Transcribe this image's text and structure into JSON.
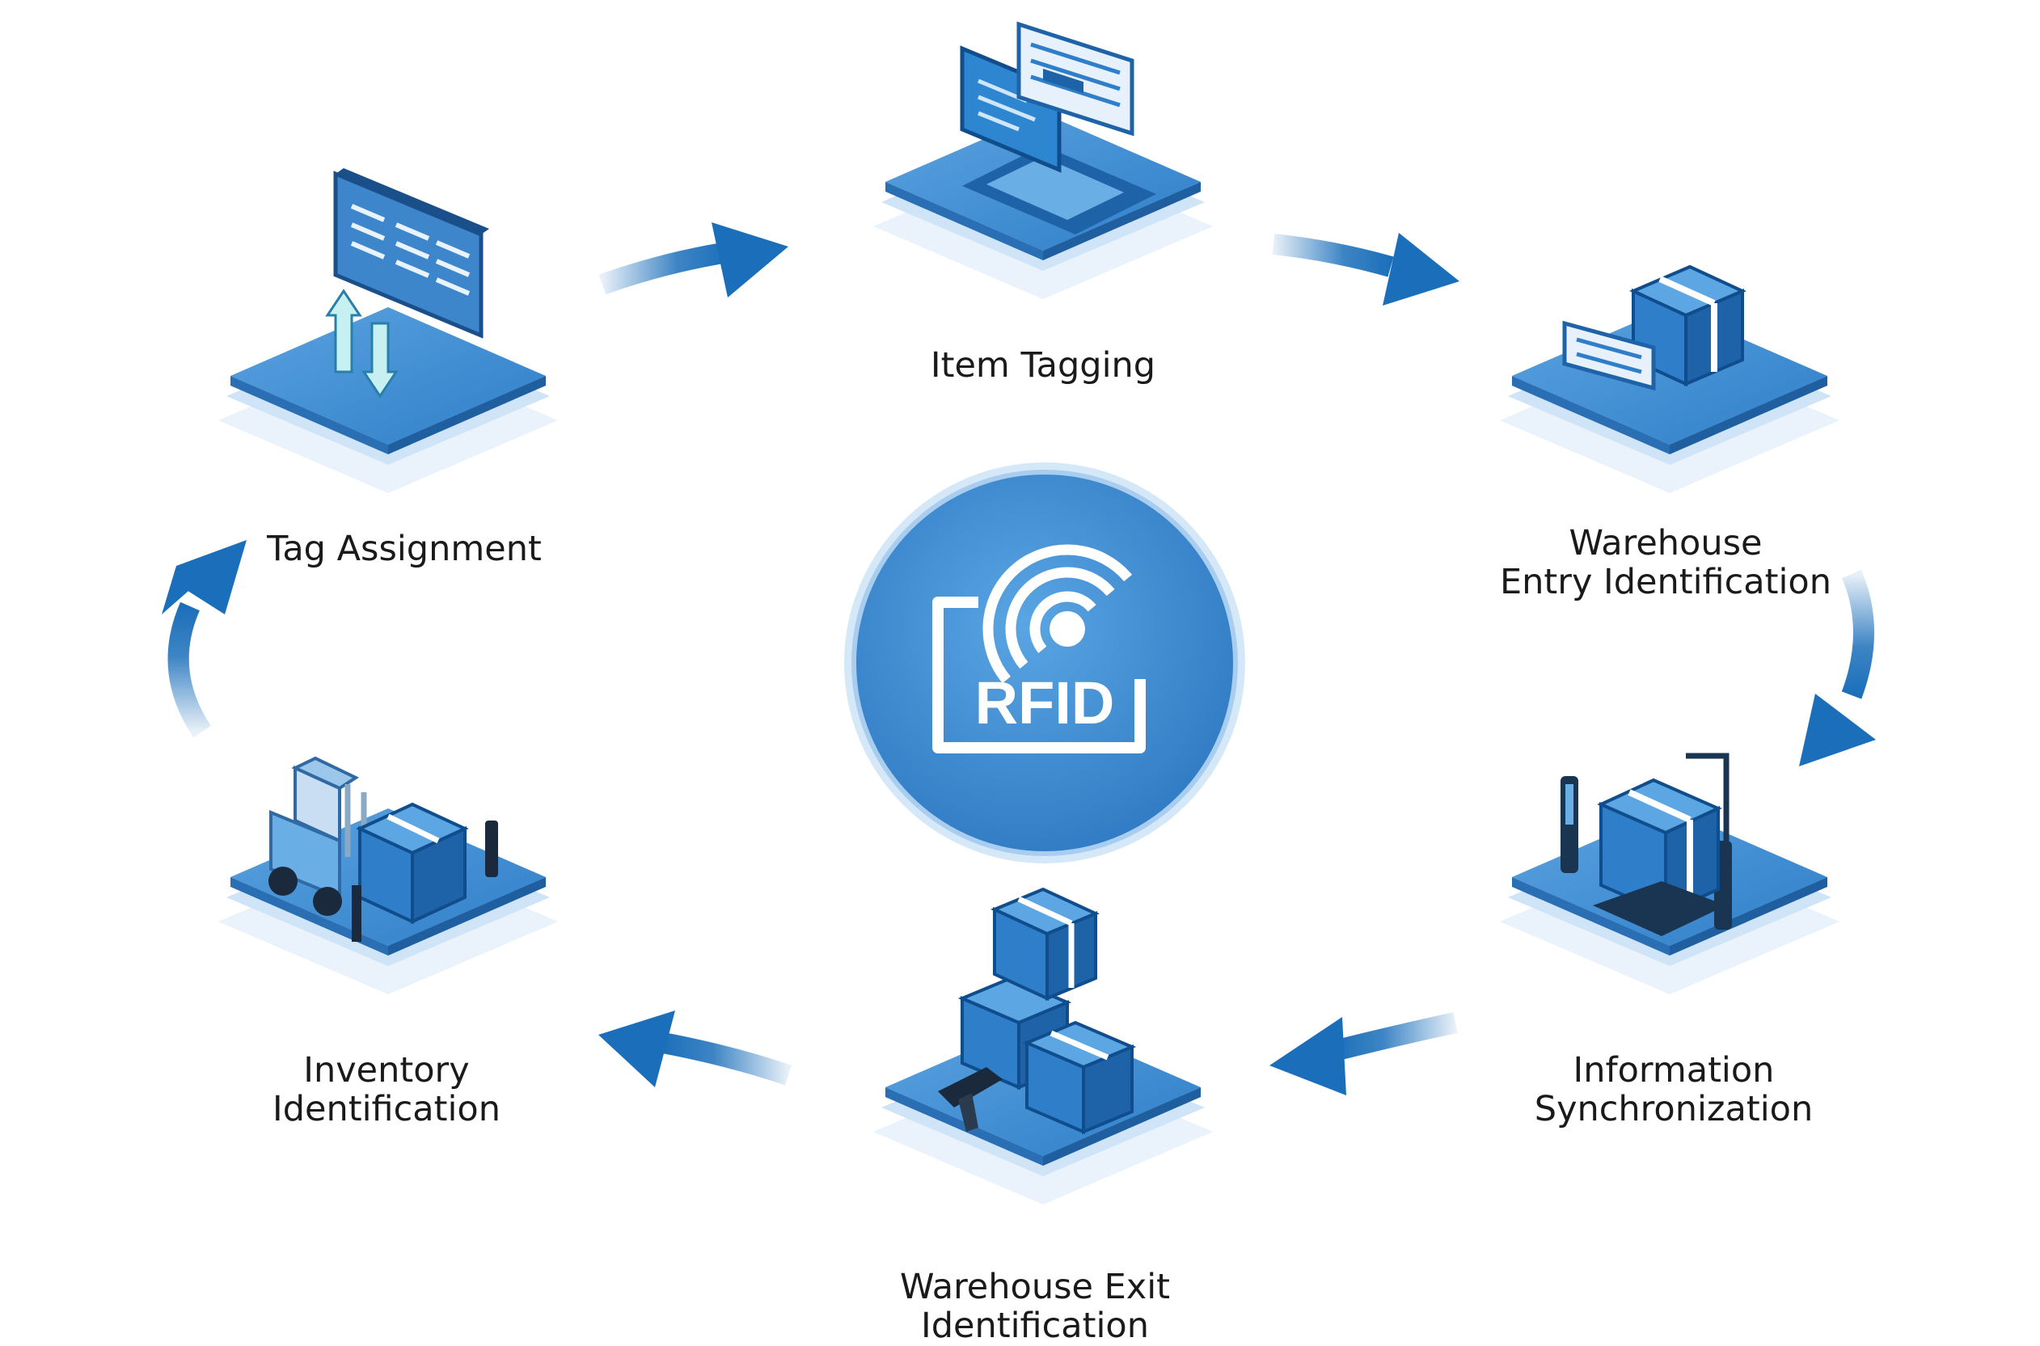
{
  "center": {
    "label": "RFID"
  },
  "steps": [
    {
      "line1": "Item Tagging",
      "line2": "",
      "icon": "computer-terminal-icon"
    },
    {
      "line1": "Warehouse",
      "line2": "Entry Identification",
      "icon": "package-scanner-icon"
    },
    {
      "line1": "Information",
      "line2": "Synchronization",
      "icon": "sync-package-trolley-icon"
    },
    {
      "line1": "Warehouse Exit",
      "line2": "Identification",
      "icon": "stacked-boxes-scanner-icon"
    },
    {
      "line1": "Inventory",
      "line2": "Identification",
      "icon": "forklift-box-icon"
    },
    {
      "line1": "Tag Assignment",
      "line2": "",
      "icon": "data-upload-download-icon"
    }
  ],
  "colors": {
    "primary": "#2f7ec9",
    "dark": "#1660a8",
    "light": "#bcd9f2",
    "pale": "#e3f0fb",
    "arrow": "#1b6fba"
  }
}
